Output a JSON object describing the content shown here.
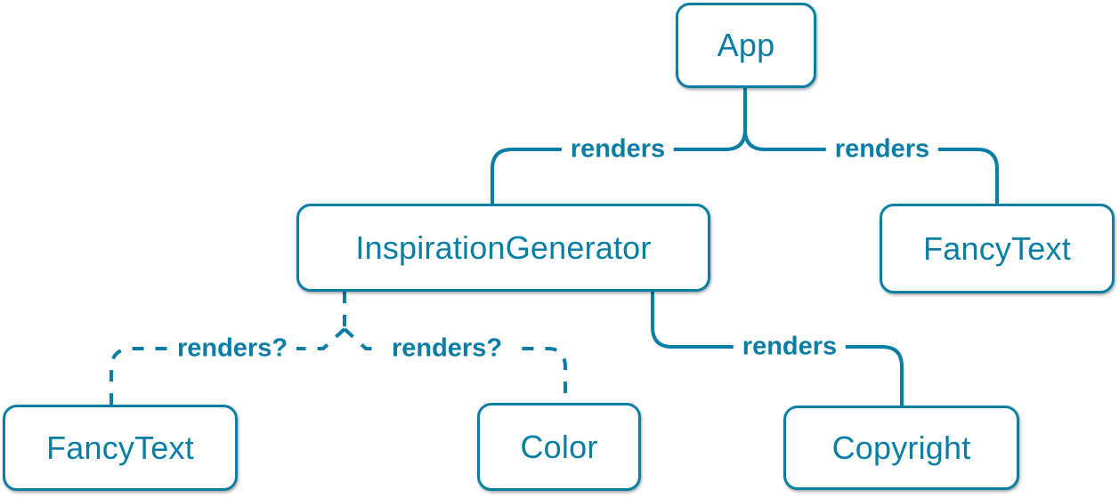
{
  "diagram": {
    "type": "component-tree",
    "colors": {
      "accent": "#087EA4",
      "node_fill": "#FFFFFF",
      "background": "#FFFFFF"
    },
    "nodes": {
      "app": {
        "label": "App"
      },
      "inspiration_generator": {
        "label": "InspirationGenerator"
      },
      "fancy_text_top": {
        "label": "FancyText"
      },
      "fancy_text_bottom": {
        "label": "FancyText"
      },
      "color": {
        "label": "Color"
      },
      "copyright": {
        "label": "Copyright"
      }
    },
    "edges": {
      "app_to_inspiration_generator": {
        "label": "renders",
        "style": "solid"
      },
      "app_to_fancy_text": {
        "label": "renders",
        "style": "solid"
      },
      "inspiration_generator_to_fancy_text": {
        "label": "renders?",
        "style": "dashed"
      },
      "inspiration_generator_to_color": {
        "label": "renders?",
        "style": "dashed"
      },
      "inspiration_generator_to_copyright": {
        "label": "renders",
        "style": "solid"
      }
    }
  }
}
